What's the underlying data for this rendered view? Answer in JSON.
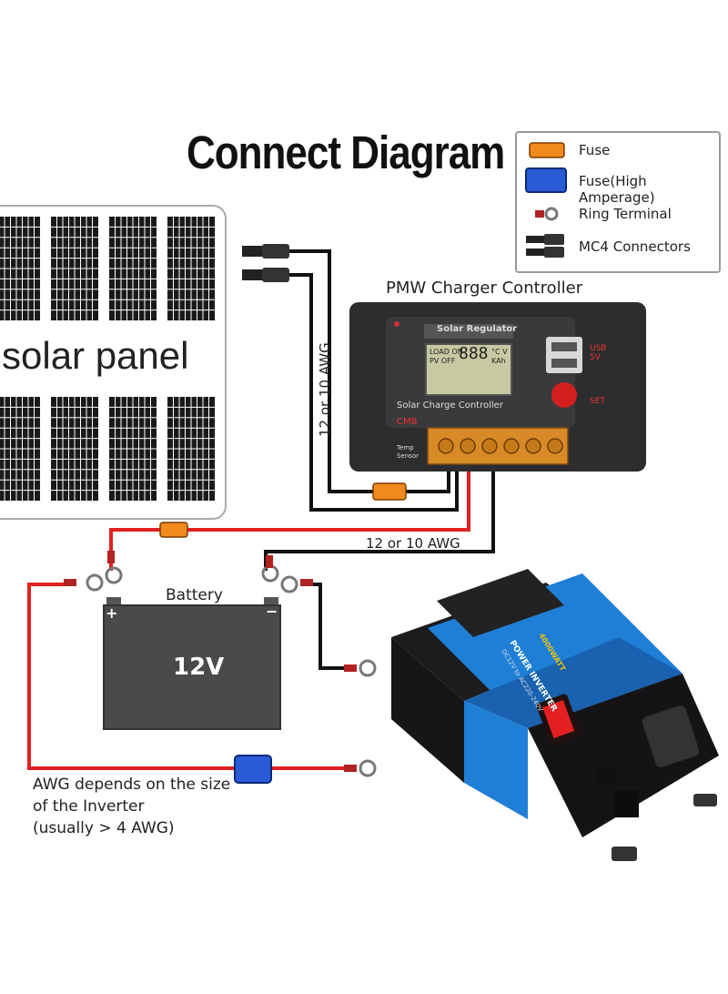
{
  "title": "Connect Diagram",
  "legend": {
    "items": [
      {
        "label": "Fuse",
        "icon": "fuse-icon",
        "color": "#f08a1c"
      },
      {
        "label": "Fuse(High Amperage)",
        "icon": "high-amperage-fuse-icon",
        "color": "#2a5bd7"
      },
      {
        "label": "Ring Terminal",
        "icon": "ring-terminal-icon",
        "color": "#b22222"
      },
      {
        "label": "MC4 Connectors",
        "icon": "mc4-connector-icon",
        "color": "#222222"
      }
    ]
  },
  "solar_panel": {
    "label": "solar panel"
  },
  "controller": {
    "heading": "PMW Charger Controller",
    "top_label": "Solar Regulator",
    "lcd_left": "LOAD ON\nPV OFF",
    "lcd_digits": "888",
    "lcd_units": "°C V\nKAh",
    "name_label": "Solar Charge Controller",
    "model_label": "CMB",
    "usb_label": "USB\n5V",
    "set_label": "SET",
    "temp_label": "Temp\nSensor"
  },
  "wire_labels": {
    "vertical": "12 or 10 AWG",
    "horizontal": "12 or 10 AWG"
  },
  "battery": {
    "label": "Battery",
    "voltage": "12V",
    "plus": "+",
    "minus": "−"
  },
  "inverter": {
    "brand": "POWER INVERTER",
    "wattage": "4000WATT",
    "spec": "DC12V to AC220-240V"
  },
  "awg_note": {
    "line1": "AWG depends on the size",
    "line2": "of the Inverter",
    "line3": "(usually  > 4 AWG)"
  },
  "colors": {
    "red_wire": "#e02020",
    "black_wire": "#111111",
    "fuse": "#f08a1c",
    "high_fuse": "#2a5bd7",
    "inverter_blue": "#1f7fd6"
  }
}
